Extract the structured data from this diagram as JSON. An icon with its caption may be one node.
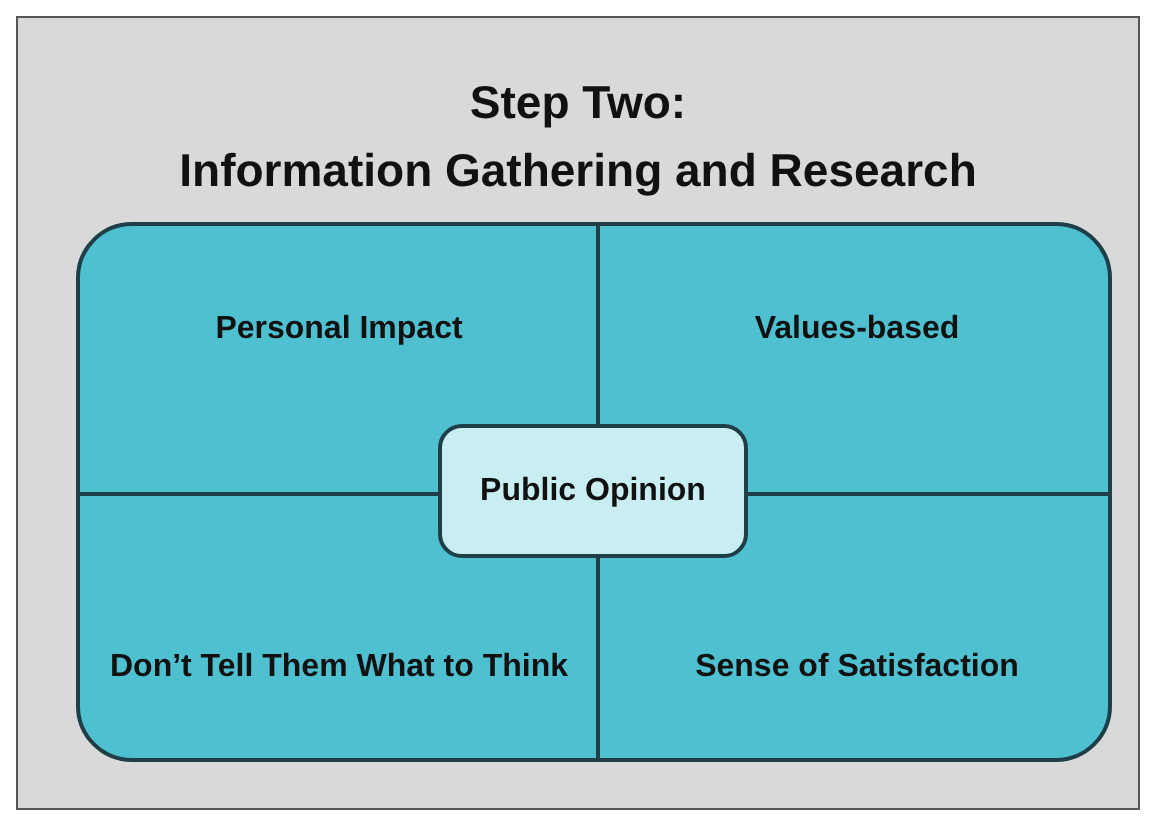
{
  "diagram": {
    "title": "Step Two: Information Gathering and Research",
    "nodes": [
      {
        "text": [
          "Personal Impact"
        ]
      },
      {
        "text": [
          "Values-based"
        ]
      },
      {
        "text": [
          "Don’t Tell Them What to Think"
        ]
      },
      {
        "text": [
          "Sense of Satisfaction"
        ]
      },
      {
        "text": [
          "Public Opinion"
        ]
      }
    ]
  }
}
